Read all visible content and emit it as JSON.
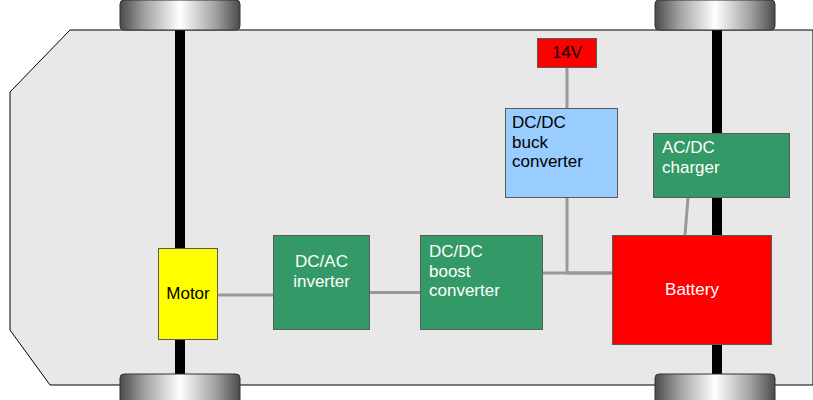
{
  "diagram": {
    "nodes": [
      {
        "text": [
          "14V"
        ]
      },
      {
        "text": [
          "DC/DC buck converter"
        ]
      },
      {
        "text": [
          "AC/DC charger"
        ]
      },
      {
        "text": [
          "Motor"
        ]
      },
      {
        "text": [
          "DC/AC inverter"
        ]
      },
      {
        "text": [
          "DC/DC boost converter"
        ]
      },
      {
        "text": [
          "Battery"
        ]
      }
    ],
    "edges": [
      {
        "from": 1,
        "to": 0,
        "arrow": "none"
      },
      {
        "from": 3,
        "to": 4,
        "arrow": "none"
      },
      {
        "from": 4,
        "to": 5,
        "arrow": "none"
      },
      {
        "from": 5,
        "to": 6,
        "arrow": "none"
      },
      {
        "from": 1,
        "to": 6,
        "arrow": "none"
      },
      {
        "from": 2,
        "to": 6,
        "arrow": "none"
      }
    ]
  }
}
